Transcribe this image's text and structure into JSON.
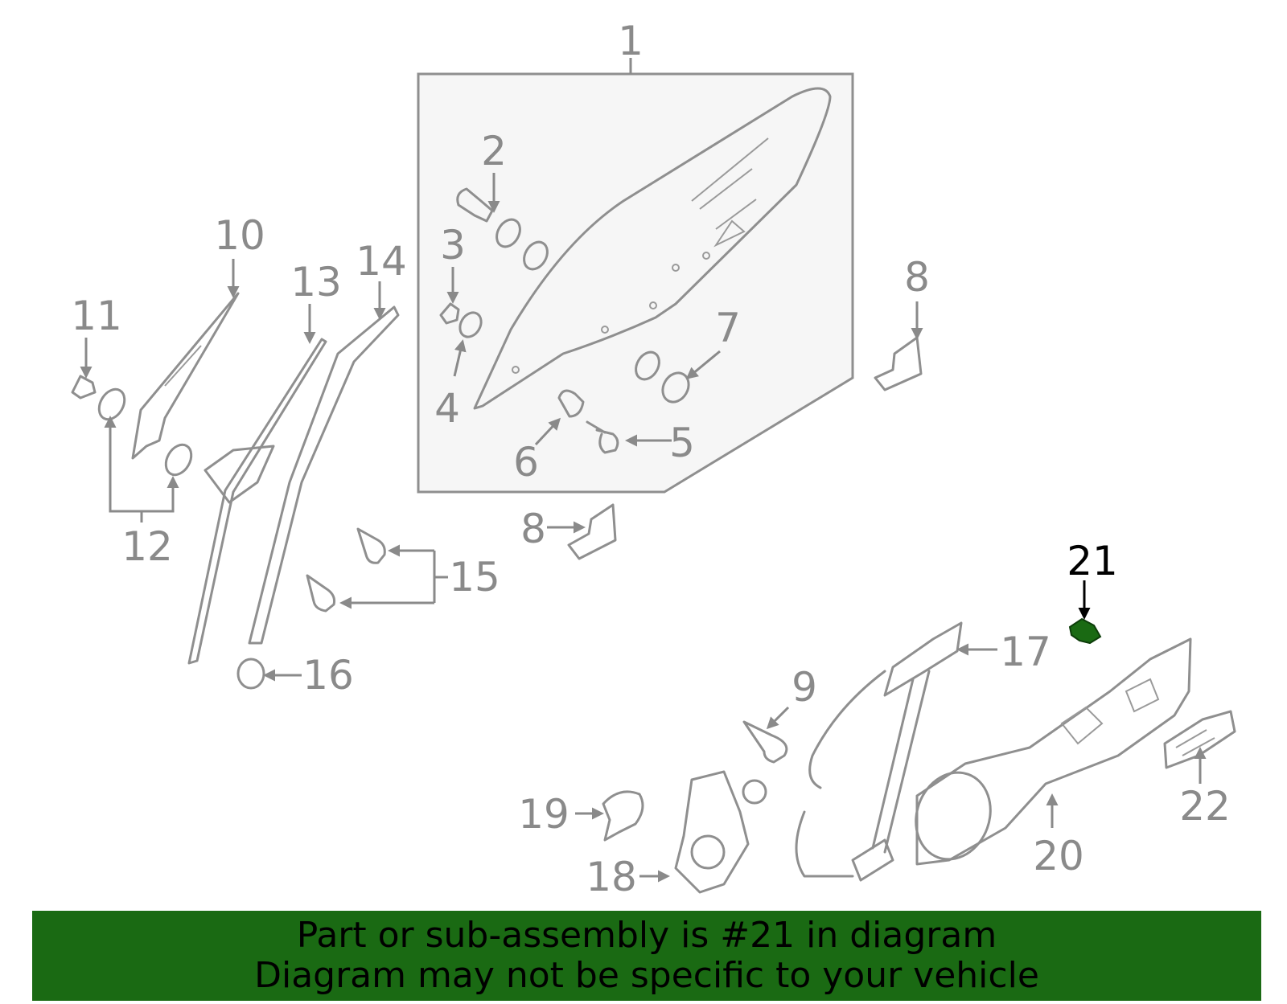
{
  "callouts": {
    "c1": "1",
    "c2": "2",
    "c3": "3",
    "c4": "4",
    "c5": "5",
    "c6": "6",
    "c7": "7",
    "c8a": "8",
    "c8b": "8",
    "c9": "9",
    "c10": "10",
    "c11": "11",
    "c12": "12",
    "c13": "13",
    "c14": "14",
    "c15": "15",
    "c16": "16",
    "c17": "17",
    "c18": "18",
    "c19": "19",
    "c20": "20",
    "c21": "21",
    "c22": "22"
  },
  "highlight": {
    "part": "21",
    "color": "#1a6a13"
  },
  "colors": {
    "outline": "#8f8f8f",
    "banner": "#1a6a13",
    "highlight_label": "#000000"
  },
  "banner": {
    "line1": "Part or sub-assembly is #21 in diagram",
    "line2": "Diagram may not be specific to your vehicle"
  }
}
